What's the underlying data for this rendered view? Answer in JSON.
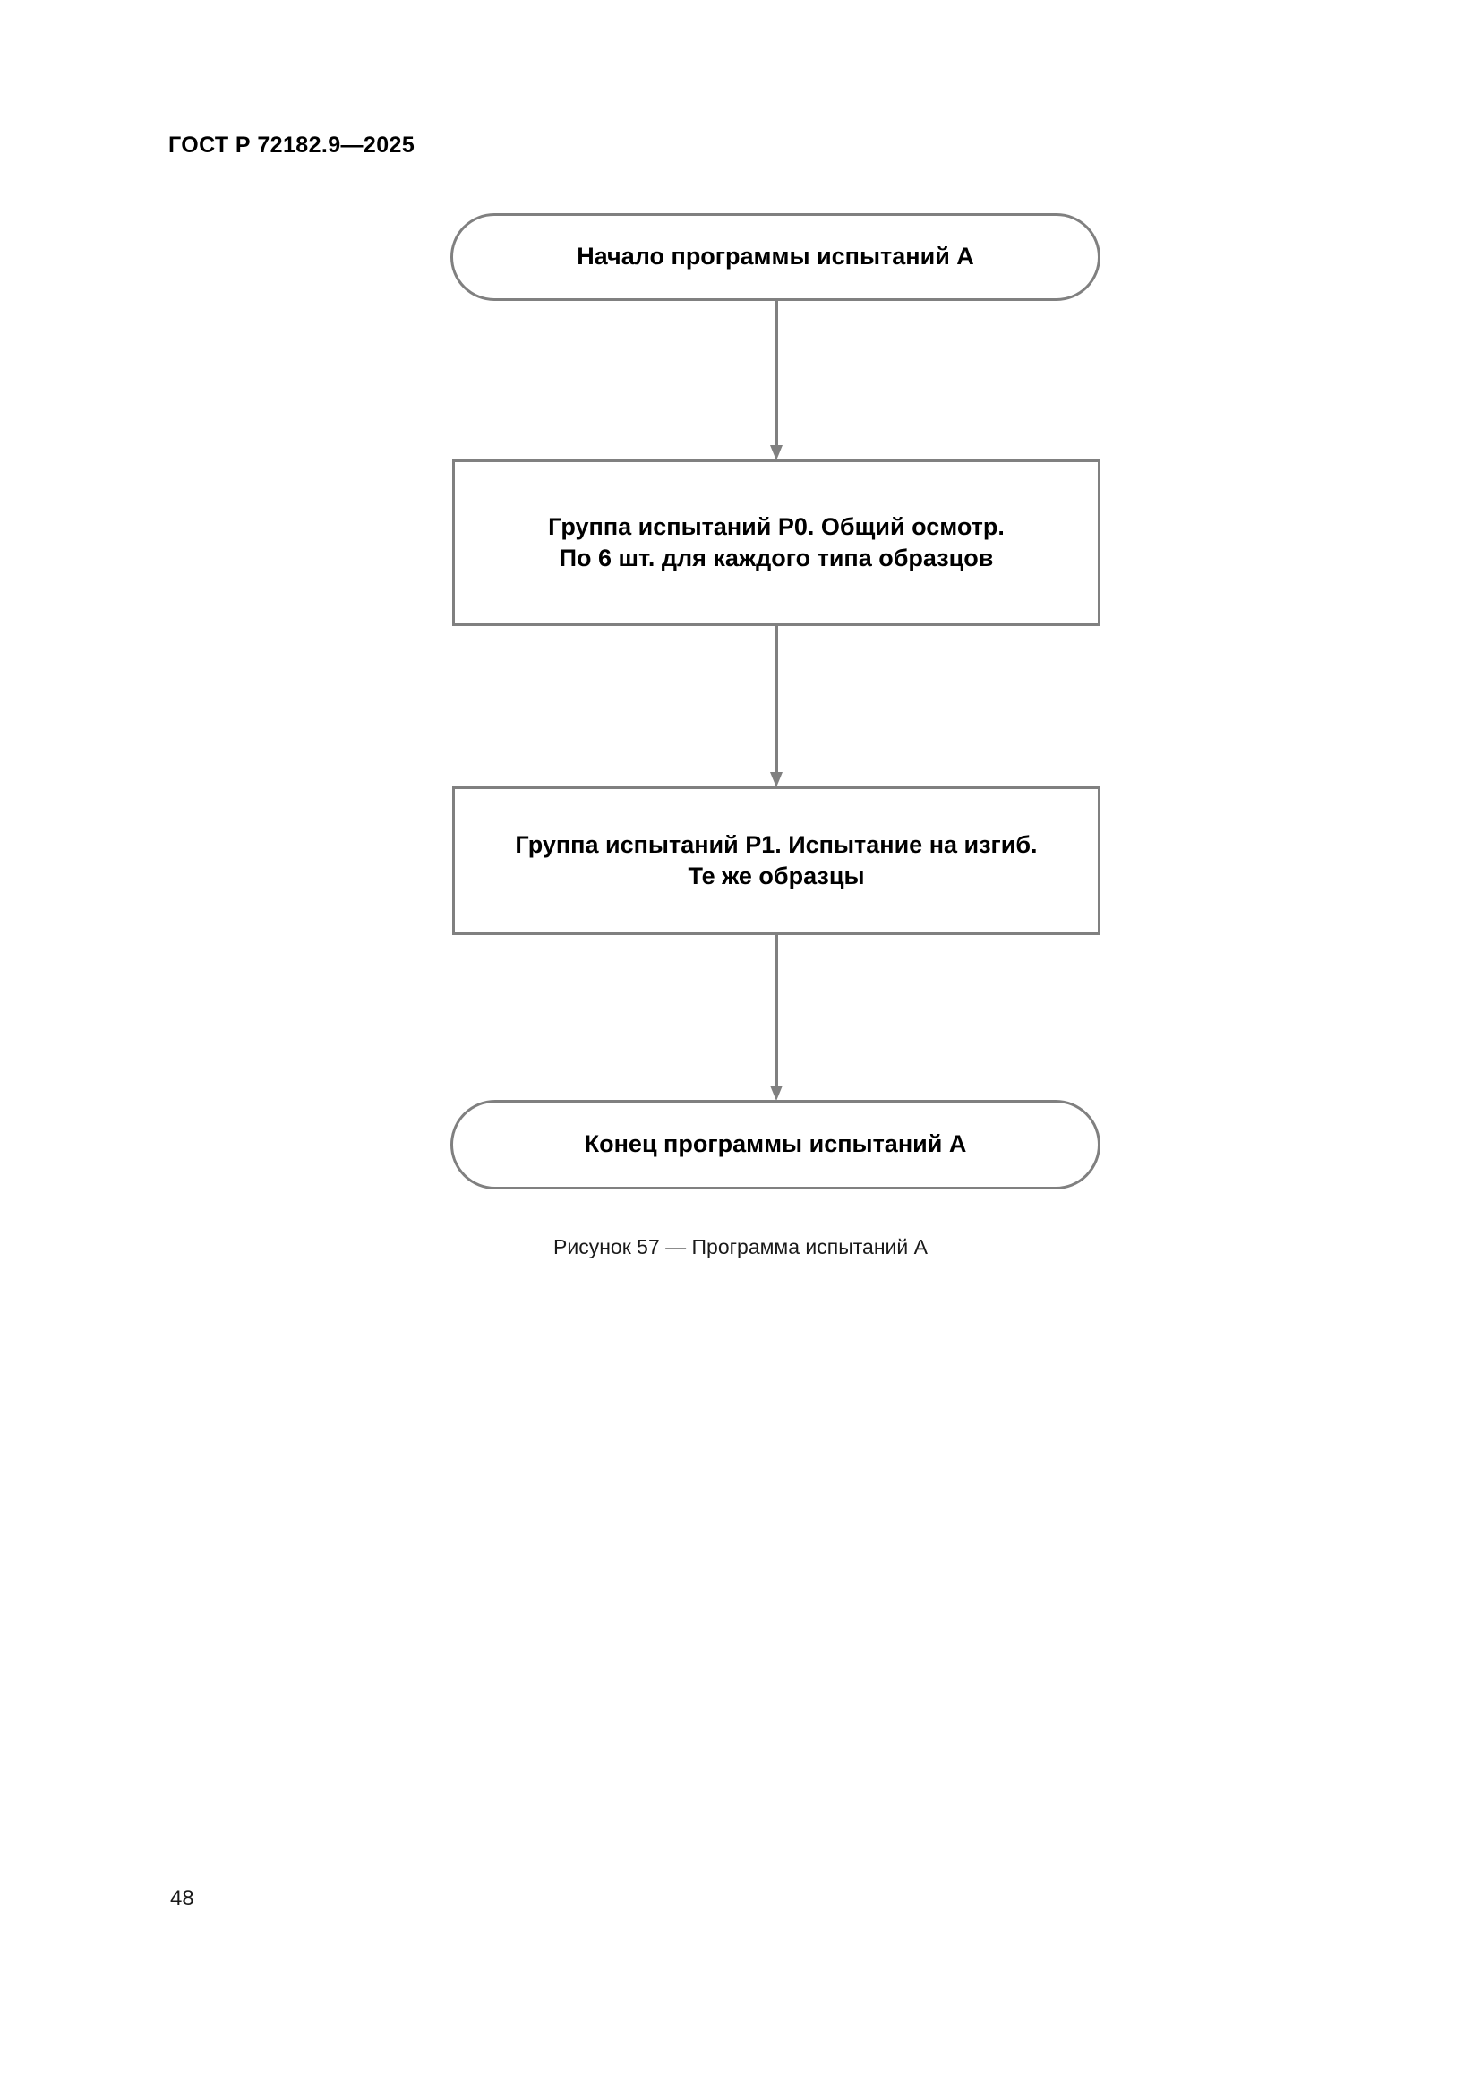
{
  "document": {
    "header": "ГОСТ Р 72182.9—2025",
    "page_number": "48"
  },
  "figure": {
    "caption": "Рисунок 57 — Программа испытаний А",
    "border_color": "#808080",
    "text_color": "#000000",
    "nodes": [
      {
        "id": "start",
        "shape": "terminator",
        "text": "Начало программы испытаний А"
      },
      {
        "id": "p0",
        "shape": "process",
        "text": "Группа испытаний Р0. Общий осмотр.\nПо 6 шт. для каждого типа образцов"
      },
      {
        "id": "p1",
        "shape": "process",
        "text": "Группа испытаний Р1. Испытание на изгиб.\nТе же образцы"
      },
      {
        "id": "end",
        "shape": "terminator",
        "text": "Конец программы испытаний А"
      }
    ],
    "connectors": [
      {
        "id": "conn-1",
        "from": "start",
        "to": "p0",
        "direction": "down"
      },
      {
        "id": "conn-2",
        "from": "p0",
        "to": "p1",
        "direction": "down"
      },
      {
        "id": "conn-3",
        "from": "p1",
        "to": "end",
        "direction": "down"
      }
    ]
  }
}
